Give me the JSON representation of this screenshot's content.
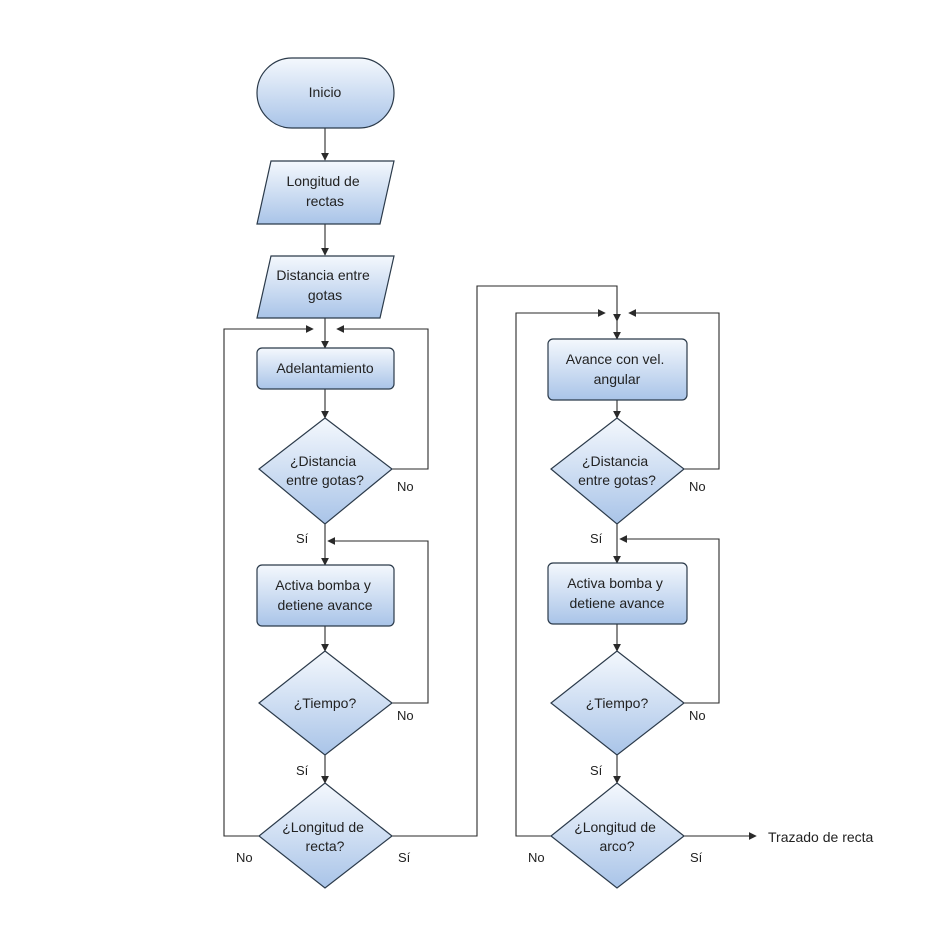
{
  "colors": {
    "node_top": "#f4f8fd",
    "node_bottom": "#a9c4e8",
    "stroke": "#2b3a4a",
    "line": "#2a2a2a"
  },
  "nodes": {
    "start": "Inicio",
    "input_length": [
      "Longitud de",
      "rectas"
    ],
    "input_distance": [
      "Distancia entre",
      "gotas"
    ],
    "advance": "Adelantamiento",
    "q_distance_left": [
      "¿Distancia",
      "entre gotas?"
    ],
    "pump_left": [
      "Activa bomba y",
      "detiene avance"
    ],
    "q_time_left": "¿Tiempo?",
    "q_length_line": [
      "¿Longitud de",
      "recta?"
    ],
    "angular_advance": [
      "Avance con vel.",
      "angular"
    ],
    "q_distance_right": [
      "¿Distancia",
      "entre gotas?"
    ],
    "pump_right": [
      "Activa bomba y",
      "detiene avance"
    ],
    "q_time_right": "¿Tiempo?",
    "q_length_arc": [
      "¿Longitud de",
      "arco?"
    ],
    "output": "Trazado de recta"
  },
  "labels": {
    "yes": "Sí",
    "no": "No"
  }
}
